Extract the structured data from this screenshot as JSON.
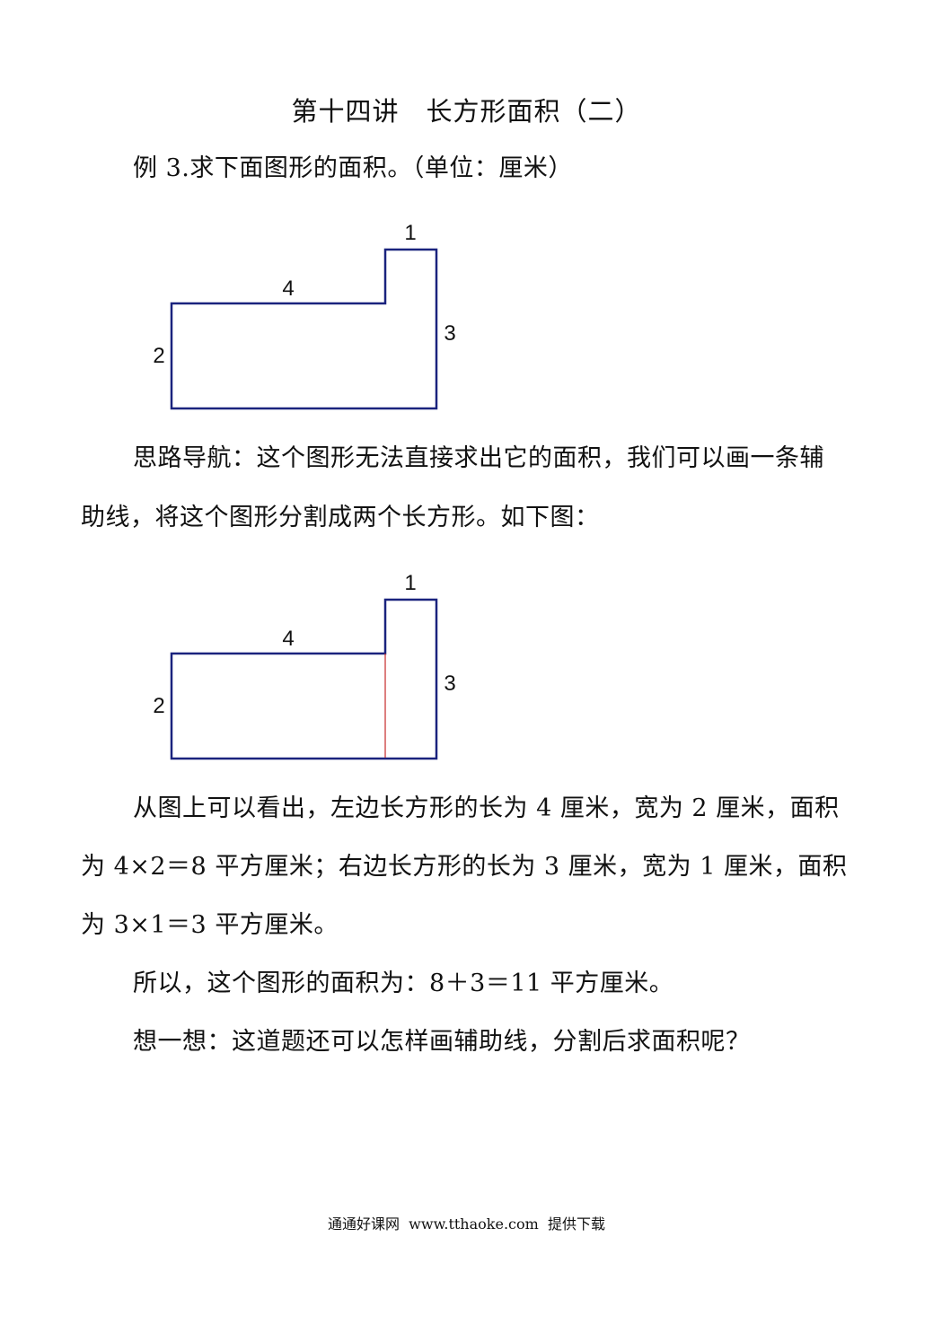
{
  "title": "第十四讲　长方形面积（二）",
  "example": "例 3.求下面图形的面积。（单位：厘米）",
  "figure1": {
    "label_top": "1",
    "label_long": "4",
    "label_right": "3",
    "label_left": "2"
  },
  "guide": {
    "line1": "思路导航：这个图形无法直接求出它的面积，我们可以画一条辅",
    "line2": "助线，将这个图形分割成两个长方形。如下图："
  },
  "figure2": {
    "label_top": "1",
    "label_long": "4",
    "label_right": "3",
    "label_left": "2"
  },
  "explanation": {
    "line1": "从图上可以看出，左边长方形的长为 4 厘米，宽为 2 厘米，面积",
    "line2": "为 4×2＝8 平方厘米；右边长方形的长为 3 厘米，宽为 1 厘米，面积",
    "line3": "为 3×1＝3 平方厘米。"
  },
  "conclusion": "所以，这个图形的面积为：8＋3＝11 平方厘米。",
  "think": "想一想：这道题还可以怎样画辅助线，分割后求面积呢？",
  "footer": "通通好课网  www.tthaoke.com  提供下载",
  "colors": {
    "outline": "#1a237e",
    "auxiliary_line": "#c62828"
  }
}
